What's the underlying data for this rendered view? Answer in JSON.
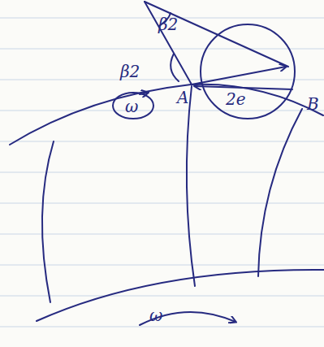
{
  "diagram": {
    "labels": [
      "β2",
      "β2",
      "A",
      "2e",
      "B",
      "ω",
      "ω"
    ]
  }
}
